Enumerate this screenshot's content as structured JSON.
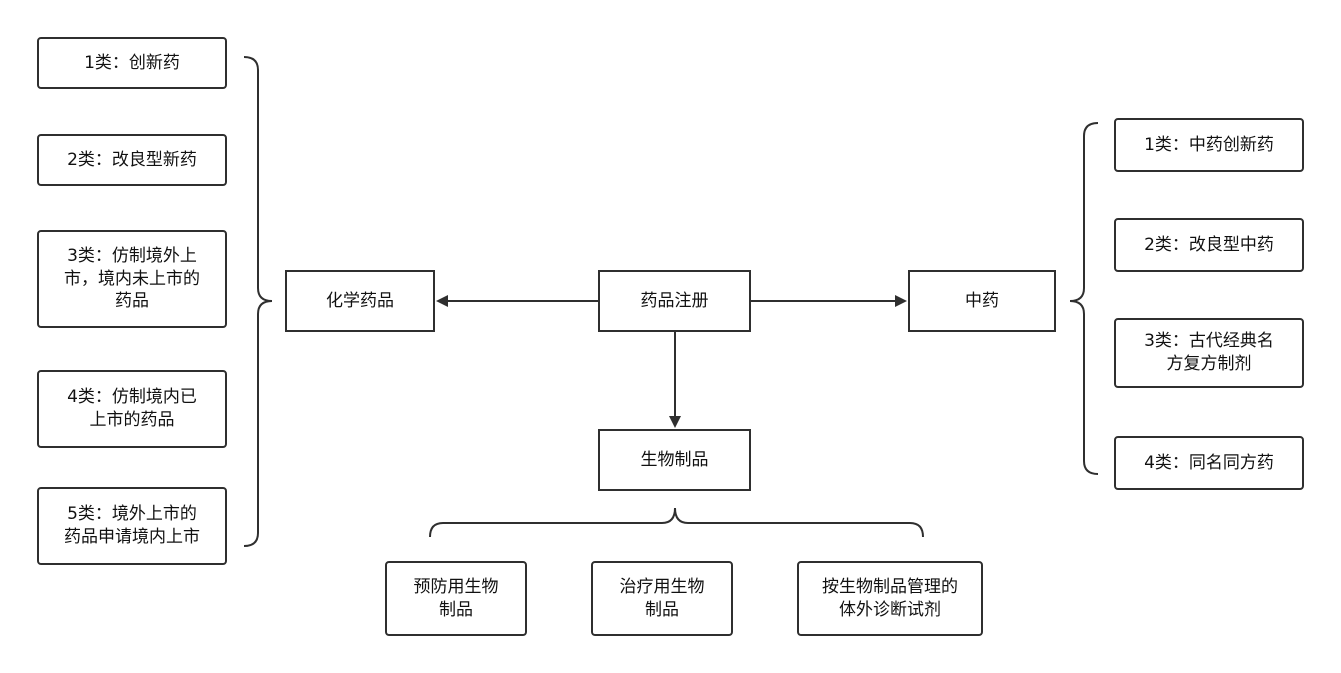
{
  "center": {
    "label": "药品注册"
  },
  "branches": {
    "chemical": "化学药品",
    "tcm": "中药",
    "bio": "生物制品"
  },
  "chemical_items": [
    "1类：创新药",
    "2类：改良型新药",
    "3类：仿制境外上\n市，境内未上市的\n药品",
    "4类：仿制境内已\n上市的药品",
    "5类：境外上市的\n药品申请境内上市"
  ],
  "tcm_items": [
    "1类：中药创新药",
    "2类：改良型中药",
    "3类：古代经典名\n方复方制剂",
    "4类：同名同方药"
  ],
  "bio_items": [
    "预防用生物\n制品",
    "治疗用生物\n制品",
    "按生物制品管理的\n体外诊断试剂"
  ],
  "colors": {
    "line": "#2f2f2f",
    "border": "#2f2f2f"
  }
}
